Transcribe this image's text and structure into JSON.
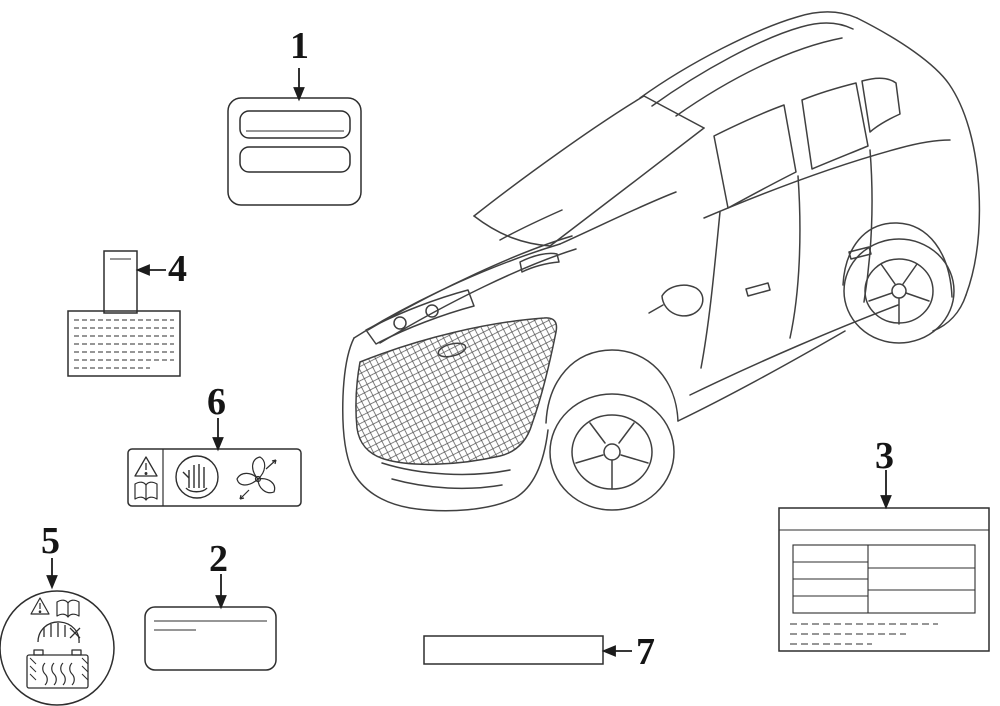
{
  "palette": {
    "background": "#ffffff",
    "vehicle_line": "#404040",
    "label_line": "#2e2e2e",
    "callout_text": "#151515"
  },
  "callouts": {
    "c1": "1",
    "c2": "2",
    "c3": "3",
    "c4": "4",
    "c5": "5",
    "c6": "6",
    "c7": "7"
  },
  "icons": {
    "warning-triangle-icon": "triangle-exclamation",
    "owners-manual-icon": "open-book",
    "keep-hands-away-icon": "raised-hand-in-circle",
    "fan-icon": "cooling-fan-blades",
    "no-touch-hand-icon": "hand-with-cross",
    "battery-heat-icon": "striped-box-with-squiggles"
  }
}
